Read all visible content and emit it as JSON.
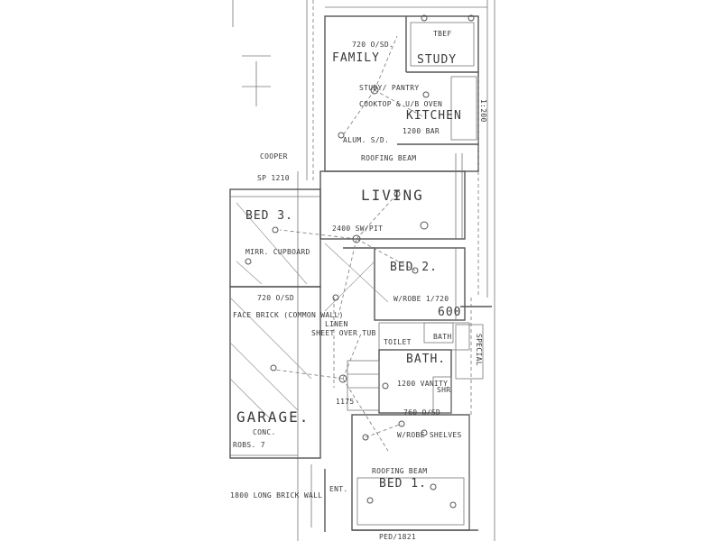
{
  "rooms": {
    "family": "FAMILY",
    "study": "STUDY",
    "kitchen": "KITCHEN",
    "living": "LIVING",
    "bed3": "BED 3.",
    "bed2": "BED 2.",
    "bath": "BATH.",
    "garage": "GARAGE.",
    "bed1": "BED 1.",
    "bath_small": "BATH",
    "shr": "SHR"
  },
  "notes": {
    "n720_top": "720 O/SD.",
    "tbef": "TBEF",
    "pantry": "STUDY/ PANTRY",
    "cooktop": "COOKTOP & U/B OVEN",
    "n1200_bar": "1200 BAR",
    "alum_sd": "ALUM. S/D.",
    "roofing_beam_top": "ROOFING BEAM",
    "cooper": "COOPER",
    "sp1210": "SP 1210",
    "mod_pit": "2400 SW/PIT",
    "mirror_cupboard": "MIRR. CUPBOARD",
    "n720_fr": "720 O/SD",
    "face_brick": "FACE BRICK (COMMON WALL)",
    "linen": "LINEN",
    "wrobe_top": "W/ROBE 1/720",
    "n600": "600",
    "sheet_over": "SHEET OVER TUB",
    "toilet": "TOILET",
    "n1200_vanity": "1200 VANITY",
    "n1175": "1175",
    "n760_osd": "760 O/SD",
    "wrobe_shelves": "W/ROBE SHELVES",
    "roofing_beam_bot": "ROOFING BEAM",
    "conc": "CONC.",
    "robs": "ROBS. 7",
    "long_wall": "1800 LONG BRICK WALL",
    "entry": "ENT.",
    "ped": "PED/1821",
    "scale_a": "1:200",
    "scale_b": "SPECIAL"
  }
}
